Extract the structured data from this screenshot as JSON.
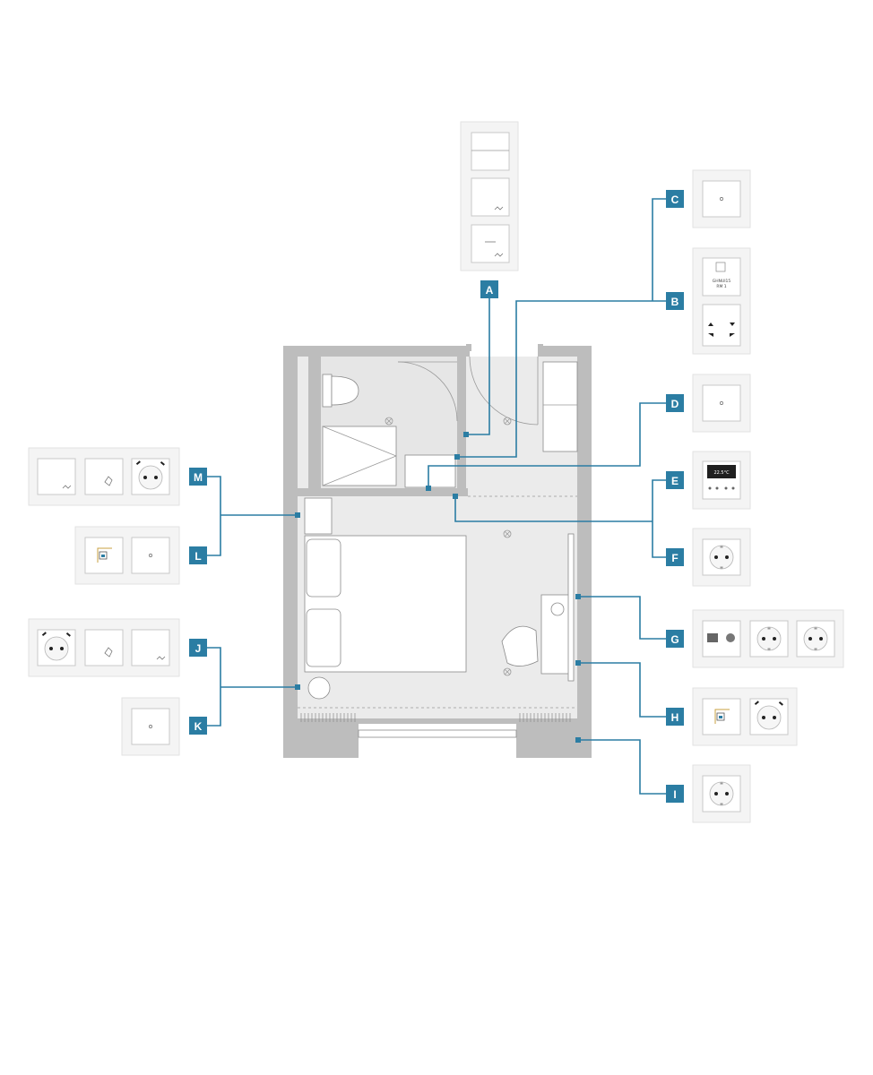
{
  "colors": {
    "accent": "#2b7da3",
    "wall": "#bdbdbd",
    "floor": "#ebebeb",
    "plate": "#ffffff"
  },
  "labels": {
    "A": "A",
    "B": "B",
    "C": "C",
    "D": "D",
    "E": "E",
    "F": "F",
    "G": "G",
    "H": "H",
    "I": "I",
    "J": "J",
    "K": "K",
    "L": "L",
    "M": "M"
  },
  "devices": {
    "B": {
      "line1": "GHNUI15",
      "line2": "RM 1"
    },
    "E": {
      "display": "22.5°C"
    }
  },
  "icons": {
    "switch": "blind-switch-icon",
    "socket": "schuko-socket-icon",
    "usb": "usb-socket-icon",
    "data": "network-jack-icon",
    "card": "keycard-switch-icon",
    "sensor": "sensor-icon"
  }
}
